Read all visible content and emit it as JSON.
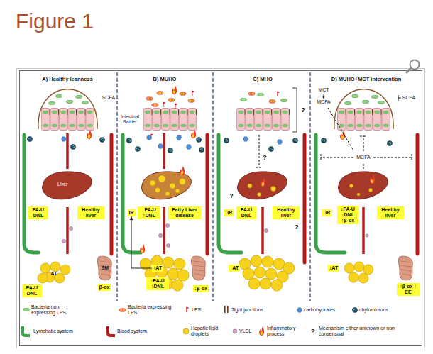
{
  "diagram": {
    "title": "Figure 1",
    "nodes": [
      {
        "text": [
          "FA-U DNL"
        ]
      },
      {
        "text": [
          "Healthy liver"
        ]
      },
      {
        "text": [
          "FA-U DNL"
        ]
      },
      {
        "text": [
          "β-ox"
        ]
      },
      {
        "text": [
          "IR"
        ]
      },
      {
        "text": [
          "↑FA-U ↑DNL"
        ]
      },
      {
        "text": [
          "Fatty Liver disease"
        ]
      },
      {
        "text": [
          "↑AT"
        ]
      },
      {
        "text": [
          "↑FA-U ↑DNL"
        ]
      },
      {
        "text": [
          "↓β-ox"
        ]
      },
      {
        "text": [
          "↓IR"
        ]
      },
      {
        "text": [
          "FA-U DNL"
        ]
      },
      {
        "text": [
          "Healthy liver"
        ]
      },
      {
        "text": [
          "↑AT"
        ]
      },
      {
        "text": [
          "↓IR"
        ]
      },
      {
        "text": [
          "↓FA-U ↓DNL ↑β-ox"
        ]
      },
      {
        "text": [
          "Healthy liver"
        ]
      },
      {
        "text": [
          "↓AT"
        ]
      },
      {
        "text": [
          "↑β-ox ↑ EE"
        ]
      }
    ],
    "edges": [
      {
        "from": 7,
        "to": 4,
        "arrow": "to"
      }
    ],
    "labels": [
      "A) Healthy leanness",
      "B) MUHO",
      "C) MHO",
      "D) MUHO+MCT intervention",
      "SCFA",
      "Liver",
      "AT",
      "SM",
      "Intestinal Barrier",
      "?",
      "?",
      "?",
      "?",
      "MCT",
      "MCFA",
      "SCFA",
      "MCFA",
      "?"
    ],
    "legend": [
      {
        "text": "Bacteria non expressing LPS"
      },
      {
        "text": "Bacteria expressing LPS"
      },
      {
        "text": "LPS"
      },
      {
        "text": "Tight junctions"
      },
      {
        "text": "carbohydrates"
      },
      {
        "text": "chylomicrons"
      },
      {
        "text": "Lymphatic system"
      },
      {
        "text": "Blood system"
      },
      {
        "text": "Hepatic lipid droplets"
      },
      {
        "text": "VLDL"
      },
      {
        "text": "Inflammatory process"
      },
      {
        "text": "Mechanism either unknown or non consensual"
      }
    ]
  }
}
